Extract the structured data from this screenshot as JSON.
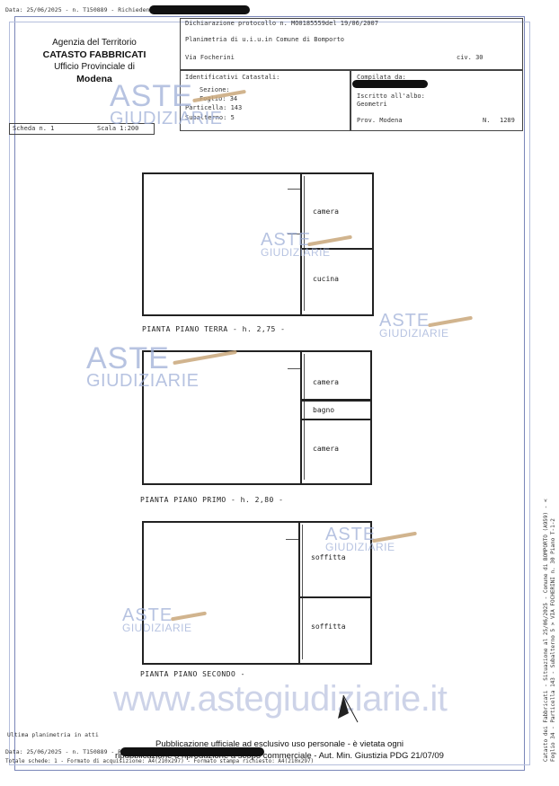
{
  "top_stamp": "Data: 25/06/2025 - n. T150889 - Richiedente:",
  "agency": {
    "line1": "Agenzia del Territorio",
    "line2": "CATASTO FABBRICATI",
    "line3": "Ufficio Provinciale di",
    "line4": "Modena"
  },
  "header": {
    "dichiarazione": "Dichiarazione protocollo n. MO0185559del 19/06/2007",
    "planimetria": "Planimetria di u.i.u.in Comune di Bomporto",
    "via": "Via Focherini",
    "civ": "civ. 30"
  },
  "catastali": {
    "title": "Identificativi Catastali:",
    "sezione": "Sezione:",
    "foglio": "Foglio: 34",
    "particella": "Particella: 143",
    "subalterno": "Subalterno: 5"
  },
  "compilata": {
    "title": "Compilata da:",
    "iscritto": "Iscritto all'albo:",
    "professione": "Geometri",
    "prov": "Prov. Modena",
    "numero_label": "N.",
    "numero": "1289"
  },
  "scheda": {
    "scheda": "Scheda n. 1",
    "scala": "Scala 1:200"
  },
  "plans": {
    "terra": {
      "title": "PIANTA PIANO TERRA - h. 2,75 -",
      "rooms": [
        "camera",
        "cucina"
      ]
    },
    "primo": {
      "title": "PIANTA PIANO PRIMO - h. 2,80 -",
      "rooms": [
        "camera",
        "bagno",
        "camera"
      ]
    },
    "secondo": {
      "title": "PIANTA PIANO SECONDO -",
      "rooms": [
        "soffitta",
        "soffitta"
      ]
    }
  },
  "watermark": {
    "aste": "ASTE",
    "giudiziarie": "GIUDIZIARIE",
    "url": "www.astegiudiziarie.it"
  },
  "side_text": "Catasto dei Fabbricati - Situazione al 25/06/2025 - Comune di BOMPORTO (A959) - < Foglio 34 - Particella 143 - Subalterno 5 > VIA FOCHERINI n. 30 Piano T-1-2",
  "footer": {
    "ultima": "Ultima planimetria in atti",
    "stamp": "Data: 25/06/2025 - n. T150889 - Richiedente:",
    "schede": "Totale schede: 1 - Formato di acquisizione: A4(210x297) - Formato stampa richiesto: A4(210x297)",
    "pubblicazione1": "Pubblicazione ufficiale ad esclusivo uso personale - è vietata ogni",
    "pubblicazione2": "ripubblicazione o riproduzione a scopo commerciale - Aut. Min. Giustizia PDG 21/07/09"
  }
}
